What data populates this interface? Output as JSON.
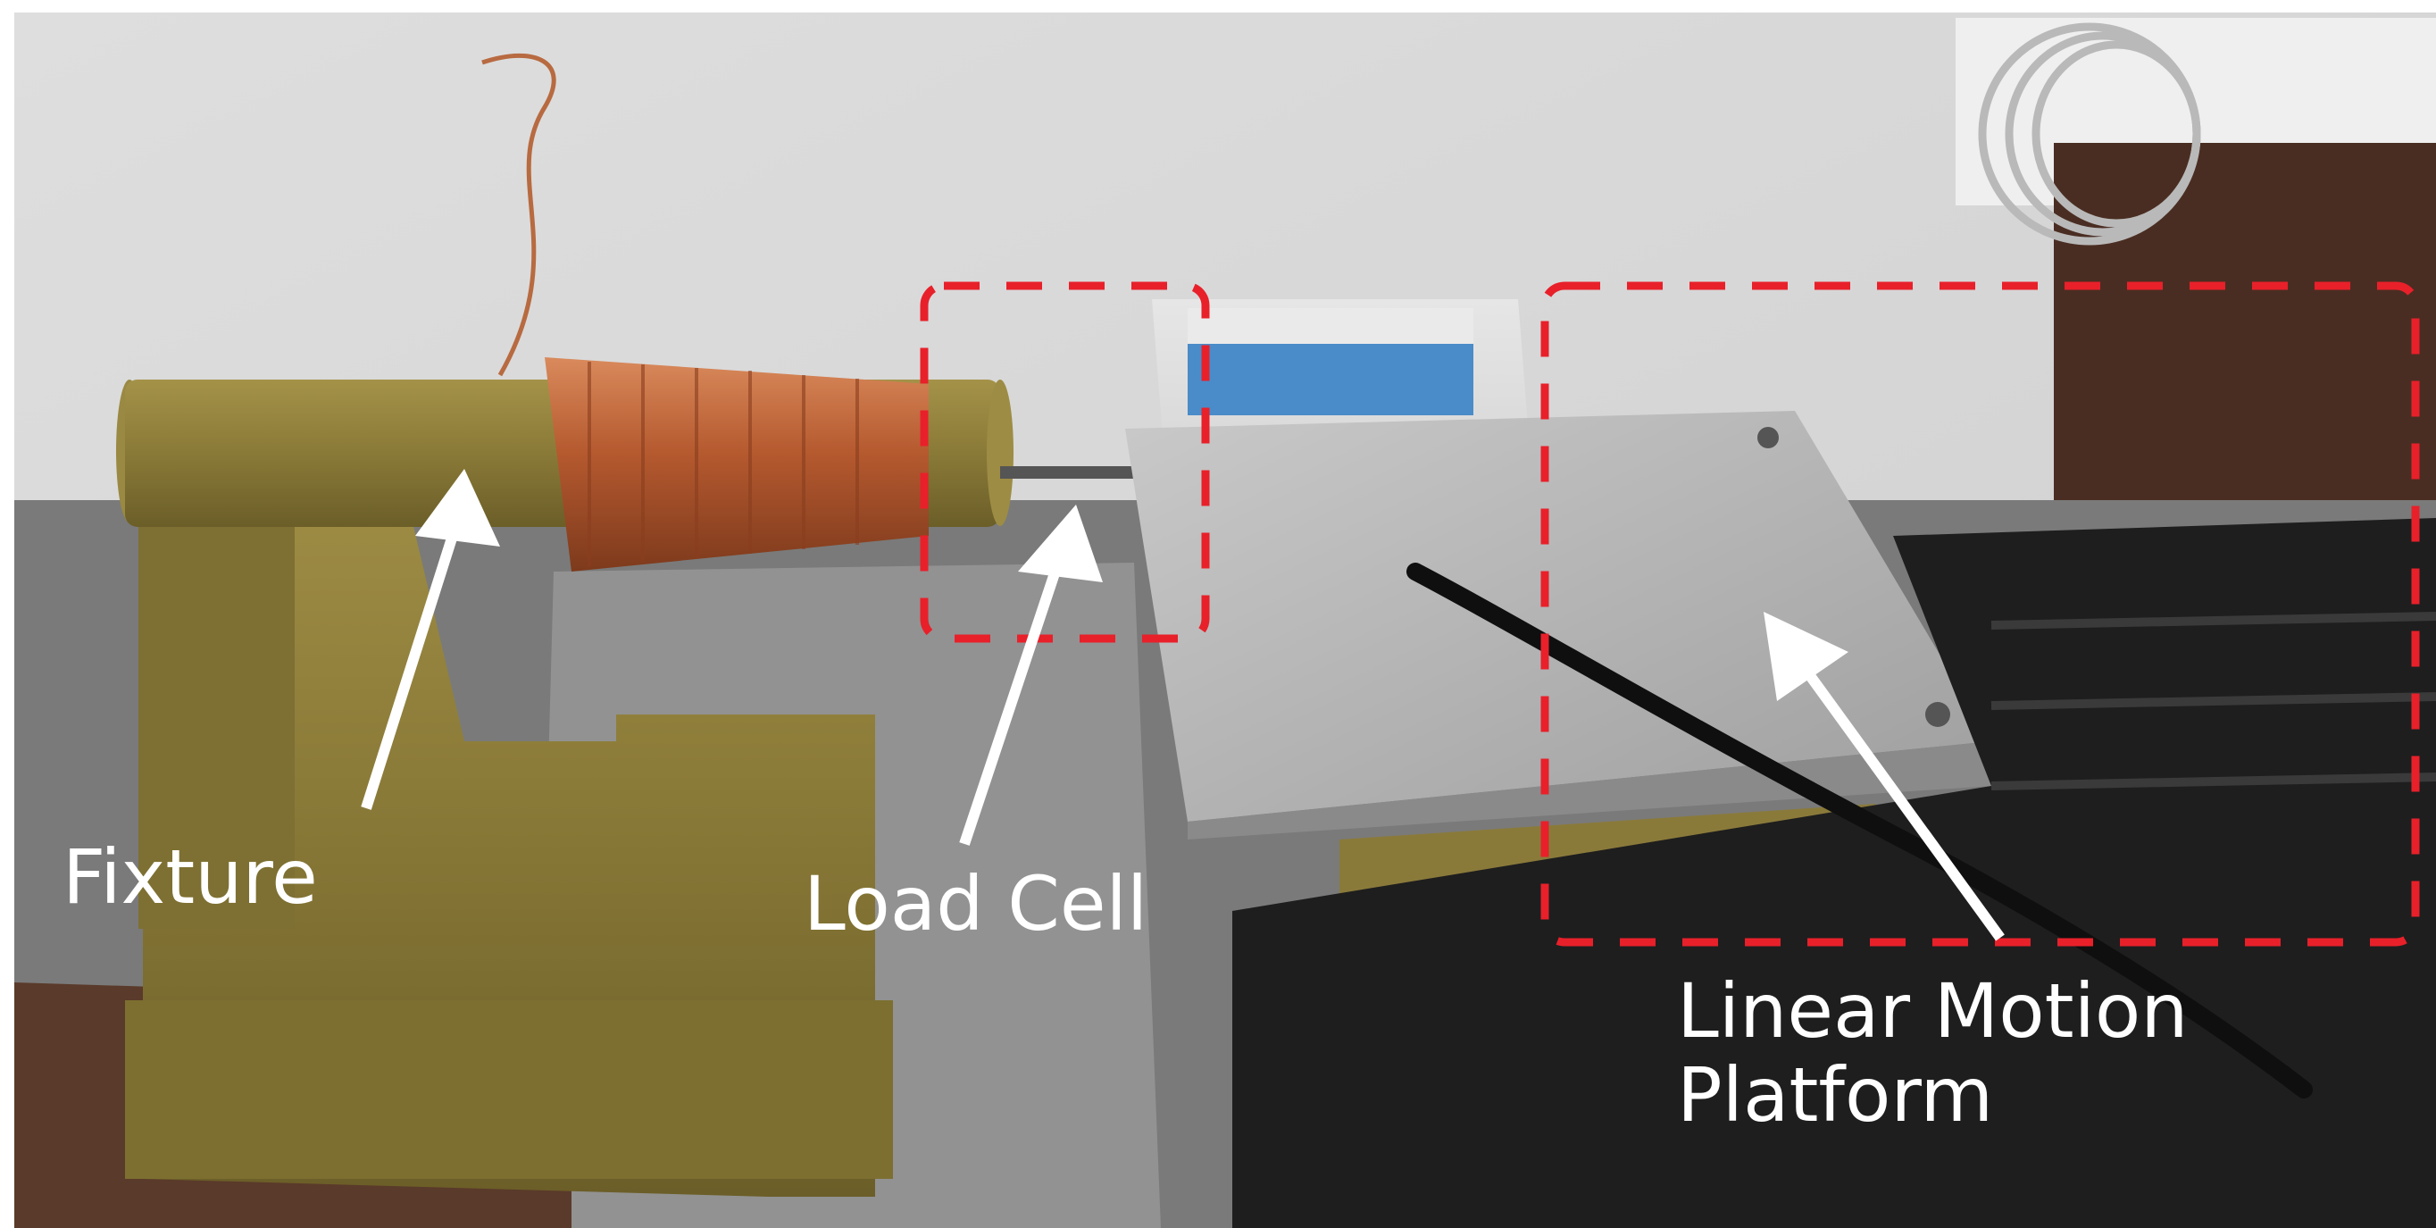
{
  "labels": {
    "fixture": "Fixture",
    "load_cell": "Load Cell",
    "platform_line1": "Linear Motion",
    "platform_line2": "Platform"
  },
  "colors": {
    "highlight_box": "#e8202a",
    "label_text": "#ffffff",
    "arrow": "#ffffff",
    "wall": "#dcdcdc",
    "brass_fixture": "#8a7a3a",
    "copper_coil": "#b2562e",
    "aluminum_plate": "#b8b8b8",
    "rail_black": "#1c1c1c"
  }
}
